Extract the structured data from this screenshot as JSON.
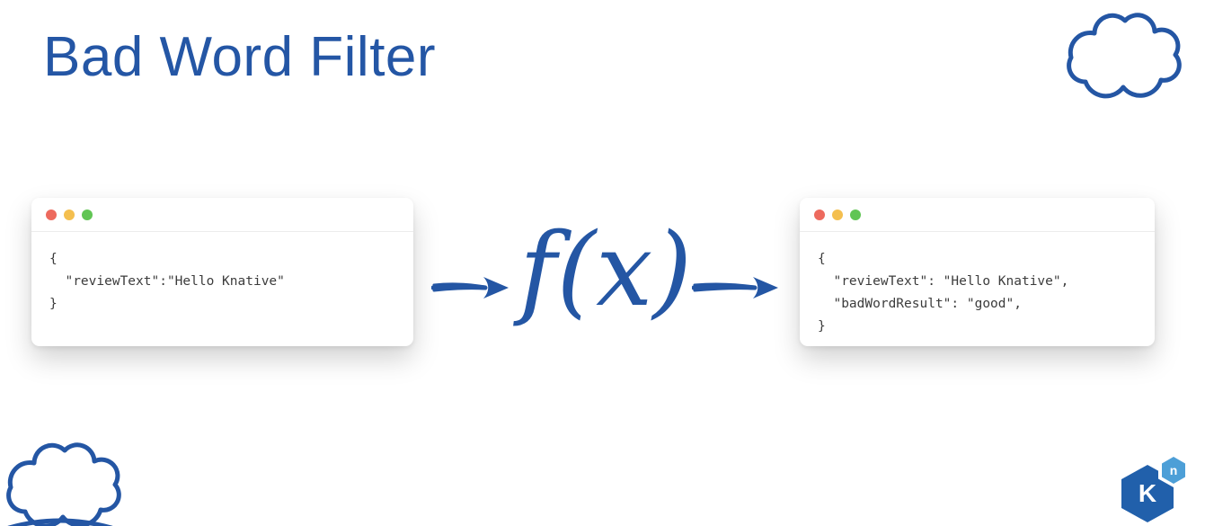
{
  "title": "Bad Word Filter",
  "function_label": "f(x)",
  "windows": {
    "input": {
      "code_lines": [
        "{",
        "  \"reviewText\":\"Hello Knative\"",
        "}"
      ]
    },
    "output": {
      "code_lines": [
        "{",
        "  \"reviewText\": \"Hello Knative\",",
        "  \"badWordResult\": \"good\",",
        "}"
      ]
    }
  },
  "logo": {
    "k_letter": "K",
    "n_letter": "n"
  },
  "icons": {
    "cloud": "cloud-outline",
    "arrow": "hand-drawn-right-arrow",
    "window_dots": "mac-traffic-lights"
  },
  "colors": {
    "accent_blue": "#2456a4",
    "title_blue": "#2456a5",
    "hex_big_blue": "#2160ab",
    "hex_small_blue": "#4d9fd7",
    "dot_red": "#ED6A5E",
    "dot_yellow": "#F4BF4F",
    "dot_green": "#61C554",
    "code_text": "#3c3c3c"
  }
}
